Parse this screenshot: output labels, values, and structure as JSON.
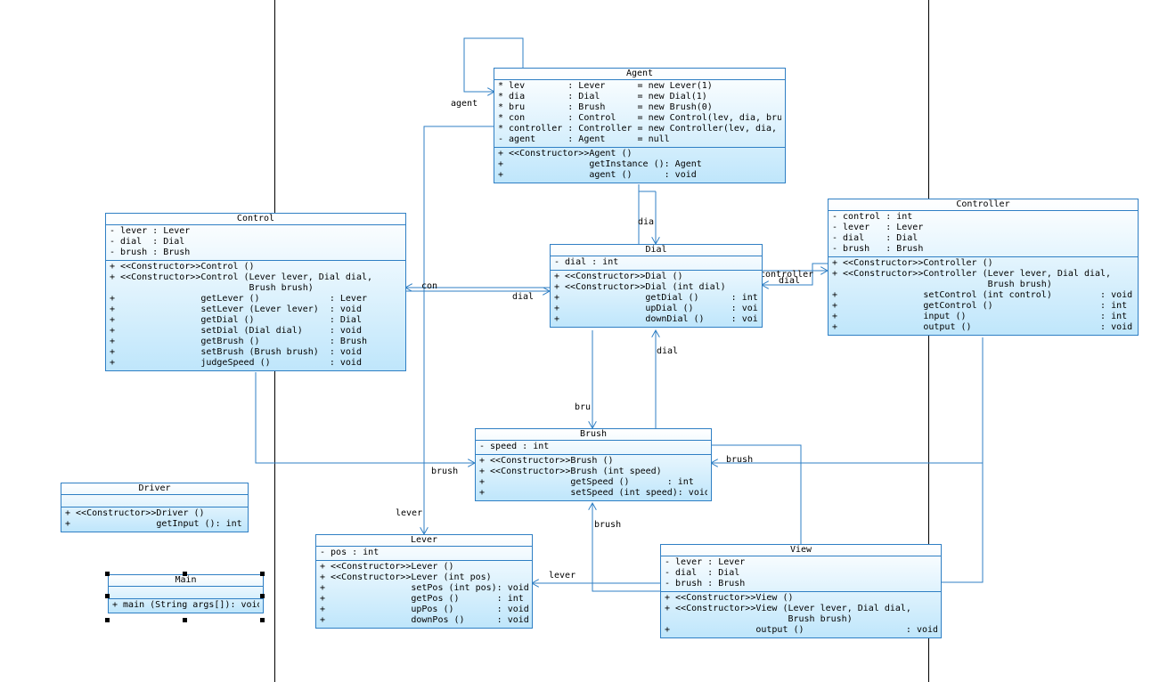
{
  "classes": {
    "agent": {
      "name": "Agent",
      "attributes": [
        "* lev        : Lever      = new Lever(1)",
        "* dia        : Dial       = new Dial(1)",
        "* bru        : Brush      = new Brush(0)",
        "* con        : Control    = new Control(lev, dia, bru)",
        "* controller : Controller = new Controller(lev, dia, br",
        "- agent      : Agent      = null"
      ],
      "methods": [
        "+ <<Constructor>>Agent ()",
        "+                getInstance (): Agent",
        "+                agent ()      : void"
      ]
    },
    "control": {
      "name": "Control",
      "attributes": [
        "- lever : Lever",
        "- dial  : Dial",
        "- brush : Brush"
      ],
      "methods": [
        "+ <<Constructor>>Control ()",
        "+ <<Constructor>>Control (Lever lever, Dial dial,",
        "                          Brush brush)",
        "+                getLever ()             : Lever",
        "+                setLever (Lever lever)  : void",
        "+                getDial ()              : Dial",
        "+                setDial (Dial dial)     : void",
        "+                getBrush ()             : Brush",
        "+                setBrush (Brush brush)  : void",
        "+                judgeSpeed ()           : void"
      ]
    },
    "dial": {
      "name": "Dial",
      "attributes": [
        "- dial : int"
      ],
      "methods": [
        "+ <<Constructor>>Dial ()",
        "+ <<Constructor>>Dial (int dial)",
        "+                getDial ()      : int",
        "+                upDial ()       : void",
        "+                downDial ()     : void"
      ]
    },
    "controller": {
      "name": "Controller",
      "attributes": [
        "- control : int",
        "- lever   : Lever",
        "- dial    : Dial",
        "- brush   : Brush"
      ],
      "methods": [
        "+ <<Constructor>>Controller ()",
        "+ <<Constructor>>Controller (Lever lever, Dial dial,",
        "                             Brush brush)",
        "+                setControl (int control)         : void",
        "+                getControl ()                    : int",
        "+                input ()                         : int",
        "+                output ()                        : void"
      ]
    },
    "brush": {
      "name": "Brush",
      "attributes": [
        "- speed : int"
      ],
      "methods": [
        "+ <<Constructor>>Brush ()",
        "+ <<Constructor>>Brush (int speed)",
        "+                getSpeed ()       : int",
        "+                setSpeed (int speed): void"
      ]
    },
    "driver": {
      "name": "Driver",
      "attributes": [],
      "methods": [
        "+ <<Constructor>>Driver ()",
        "+                getInput (): int"
      ]
    },
    "lever": {
      "name": "Lever",
      "attributes": [
        "- pos : int"
      ],
      "methods": [
        "+ <<Constructor>>Lever ()",
        "+ <<Constructor>>Lever (int pos)",
        "+                setPos (int pos): void",
        "+                getPos ()       : int",
        "+                upPos ()        : void",
        "+                downPos ()      : void"
      ]
    },
    "view": {
      "name": "View",
      "attributes": [
        "- lever : Lever",
        "- dial  : Dial",
        "- brush : Brush"
      ],
      "methods": [
        "+ <<Constructor>>View ()",
        "+ <<Constructor>>View (Lever lever, Dial dial,",
        "                       Brush brush)",
        "+                output ()                   : void"
      ]
    },
    "main": {
      "name": "Main",
      "attributes": [],
      "methods": [
        "+ main (String args[]): void"
      ]
    }
  },
  "association_labels": {
    "agent_self": "agent",
    "agent_dial": "dia",
    "control_con": "con",
    "control_dial": "dial",
    "controller_dial_1": "controller",
    "controller_dial_2": "dial",
    "dial_brush_bru": "bru",
    "brush_dial": "dial",
    "control_brush": "brush",
    "agent_lever": "lever",
    "controller_brush": "brush",
    "view_brush": "brush",
    "view_lever": "lever"
  },
  "colors": {
    "border": "#2f7fc4",
    "fill_bottom": "#bfe6fb",
    "line": "#2f7fc4"
  }
}
